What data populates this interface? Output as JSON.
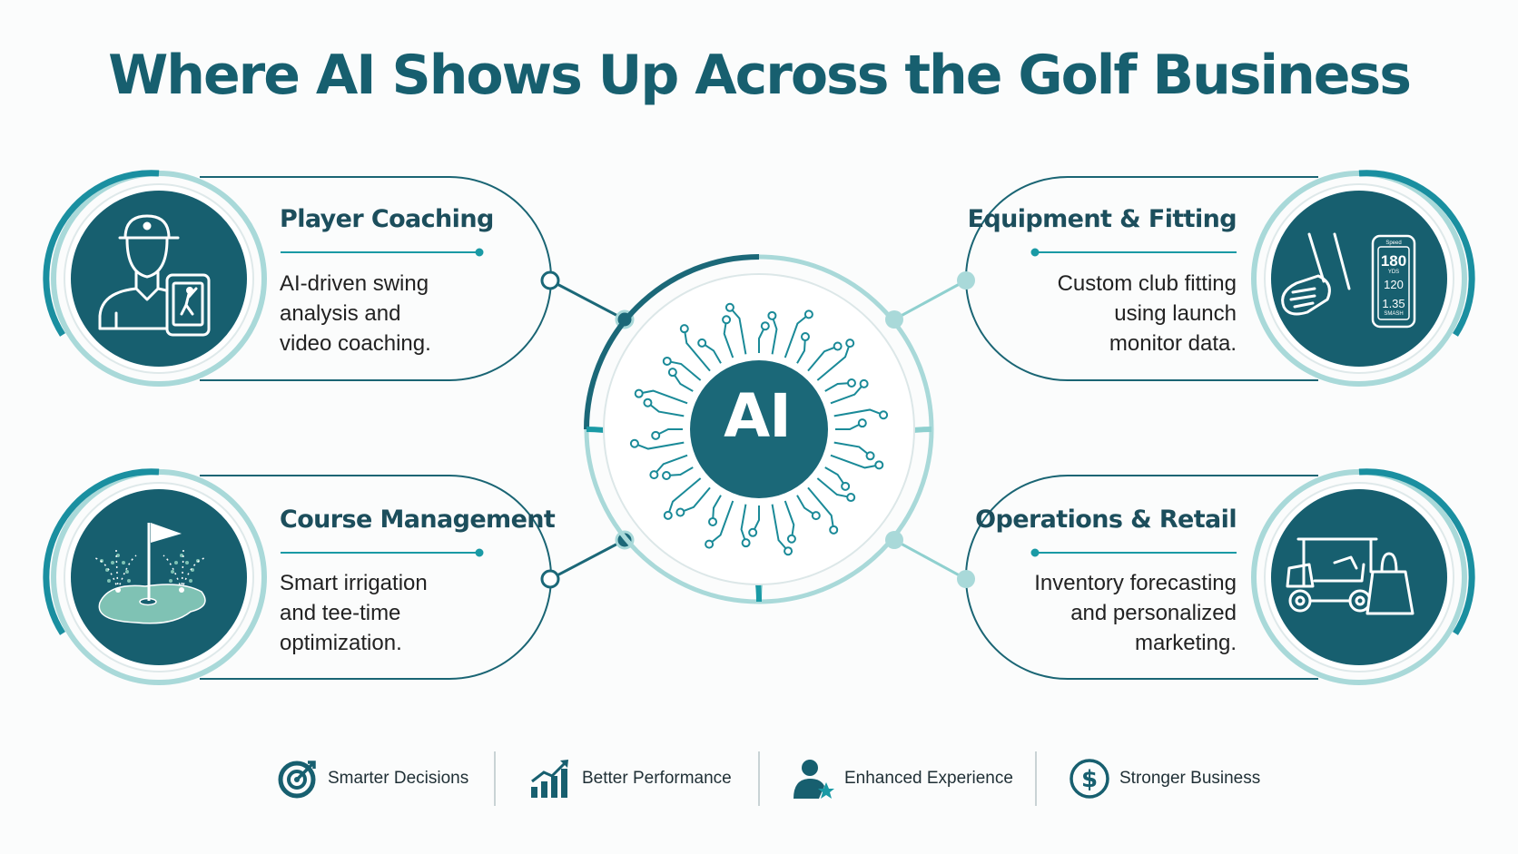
{
  "title": "Where AI Shows Up Across the Golf Business",
  "center": {
    "label": "AI"
  },
  "cards": [
    {
      "title": "Player Coaching",
      "lines": [
        "AI-driven swing",
        "analysis and",
        "video coaching."
      ],
      "icon": "golf-coach-tablet-icon"
    },
    {
      "title": "Equipment & Fitting",
      "lines": [
        "Custom club fitting",
        "using launch",
        "monitor data."
      ],
      "icon": "club-launch-monitor-icon",
      "monitor": {
        "top": "Speed",
        "v1": "180",
        "u1": "YDS",
        "v2": "120",
        "v3": "1.35",
        "u3": "SMASH"
      }
    },
    {
      "title": "Course Management",
      "lines": [
        "Smart irrigation",
        "and tee-time",
        "optimization."
      ],
      "icon": "green-flag-sprinkler-icon"
    },
    {
      "title": "Operations & Retail",
      "lines": [
        "Inventory forecasting",
        "and personalized",
        "marketing."
      ],
      "icon": "golf-cart-shopping-bag-icon"
    }
  ],
  "benefits": [
    {
      "label": "Smarter Decisions",
      "icon": "target-icon"
    },
    {
      "label": "Better Performance",
      "icon": "bar-chart-growth-icon"
    },
    {
      "label": "Enhanced Experience",
      "icon": "user-star-icon"
    },
    {
      "label": "Stronger Business",
      "icon": "dollar-circle-icon"
    }
  ],
  "colors": {
    "primary": "#175f6f",
    "teal": "#1a9aa5",
    "light_teal": "#a9d9d9",
    "text": "#222222"
  }
}
